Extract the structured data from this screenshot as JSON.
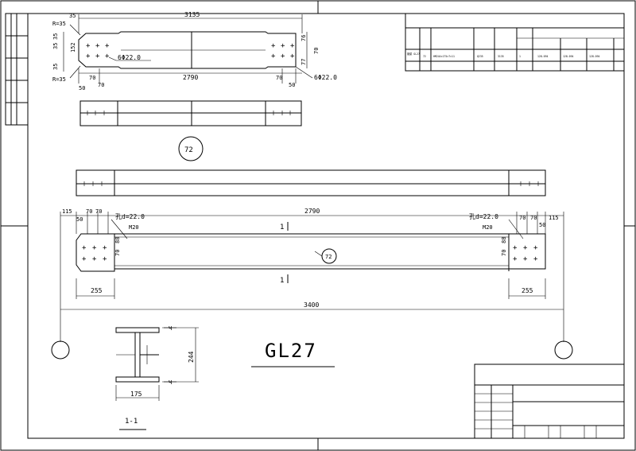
{
  "drawing": {
    "title": "GL27",
    "section_label": "1-1",
    "section_dims": {
      "height": "244",
      "width": "175"
    },
    "part_number": "72"
  },
  "plate_view": {
    "overall_length": "3135",
    "hole_span": "2790",
    "radius_top": "R=35",
    "radius_bottom": "R=35",
    "dims_left": [
      "35",
      "35",
      "152",
      "35"
    ],
    "dims_right_top": [
      "76",
      "70"
    ],
    "dims_right_bottom": [
      "77"
    ],
    "dims_bottom_left": [
      "70",
      "70",
      "50"
    ],
    "dims_bottom_right": [
      "70",
      "50"
    ],
    "top_left_35": "35",
    "holes_left": "6Φ22.0",
    "holes_right": "6Φ22.0"
  },
  "beam_view": {
    "overall_length": "3400",
    "hole_span": "2790",
    "left_dims": [
      "115",
      "70",
      "70",
      "50"
    ],
    "right_dims": [
      "70",
      "70",
      "115",
      "50"
    ],
    "hole_note": "孔d=22.0",
    "bolt": "M20",
    "vertical_dims": [
      "88",
      "70"
    ],
    "end_length": "255",
    "cut_mark": "1"
  },
  "table": {
    "header_top": "",
    "row": [
      "钢梁\nGL27",
      "72",
      "HM244×175×7×11",
      "Q235",
      "3135",
      "1",
      "128.094",
      "128.094",
      "128.094"
    ]
  }
}
